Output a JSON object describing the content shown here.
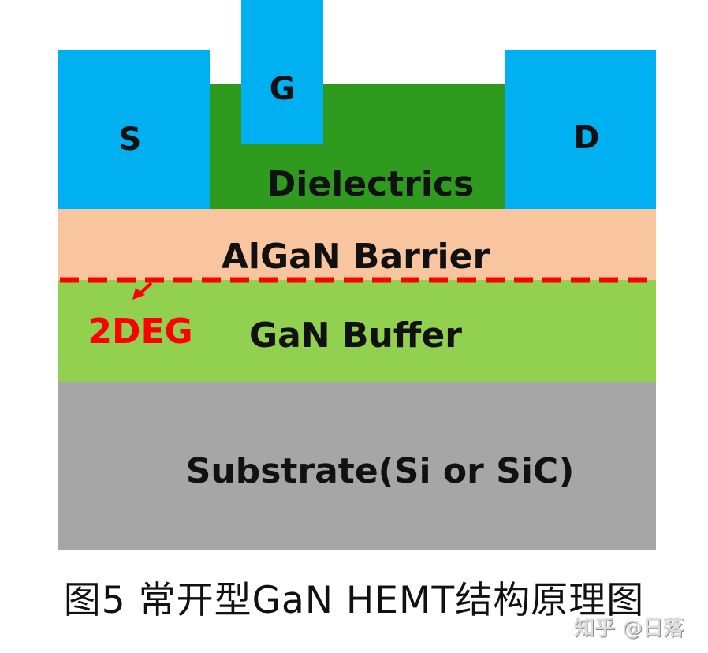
{
  "layers": {
    "source": "S",
    "gate": "G",
    "drain": "D",
    "dielectrics": "Dielectrics",
    "barrier": "AlGaN Barrier",
    "buffer": "GaN Buffer",
    "substrate": "Substrate(Si or SiC)",
    "channel": "2DEG"
  },
  "colors": {
    "electrode": "#00B0F0",
    "dielectrics": "#2E9A1E",
    "barrier": "#F8C59F",
    "buffer": "#92D050",
    "substrate": "#A6A6A6",
    "channel": "#FF0000"
  },
  "caption": "图5 常开型GaN HEMT结构原理图",
  "watermark": "知乎 @日落"
}
